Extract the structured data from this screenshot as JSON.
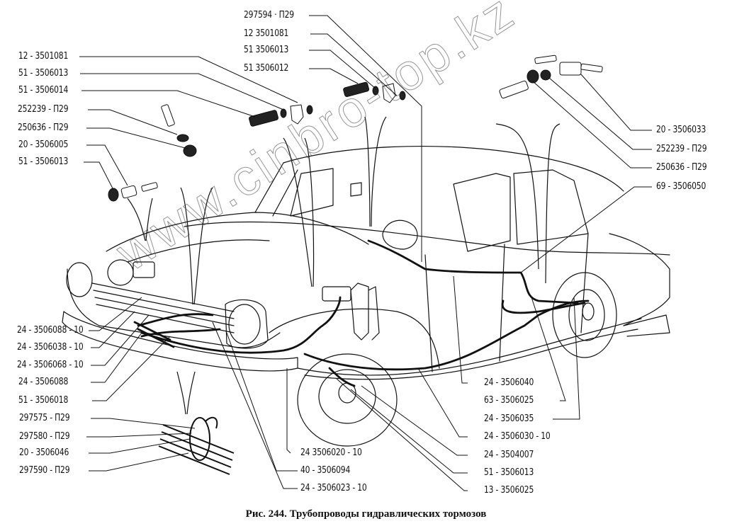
{
  "figure": {
    "caption": "Рис. 244. Трубопроводы гидравлических тормозов",
    "watermark": "www.cinbro-top.kz"
  },
  "labels": {
    "left_top": [
      "12 - 3501081",
      "51 - 3506013",
      "51 - 3506014",
      "252239 - П29",
      "250636 - П29",
      "20 - 3506005",
      "51 - 3506013"
    ],
    "top_center": [
      "297594 · П29",
      "12  3501081",
      "51  3506013",
      "51  3506012"
    ],
    "right_top": [
      "20 - 3506033",
      "252239 - П29",
      "250636 - П29",
      "69 - 3506050"
    ],
    "left_middle": [
      "24 - 3506088 - 10",
      "24 - 3506038 - 10",
      "24 - 3506068 - 10",
      "24 - 3506088",
      "51 - 3506018"
    ],
    "left_bottom": [
      "297575 - П29",
      "297580 - П29",
      "20 - 3506046",
      "297590 - П29"
    ],
    "bottom_center": [
      "24  3506020 - 10",
      "40 - 3506094",
      "24 - 3506023 - 10"
    ],
    "right_bottom": [
      "24 - 3506040",
      "63 - 3506025",
      "24 - 3506035",
      "24 - 3506030 - 10",
      "24 - 3504007",
      "51 - 3506013",
      "13 - 3506025"
    ]
  }
}
